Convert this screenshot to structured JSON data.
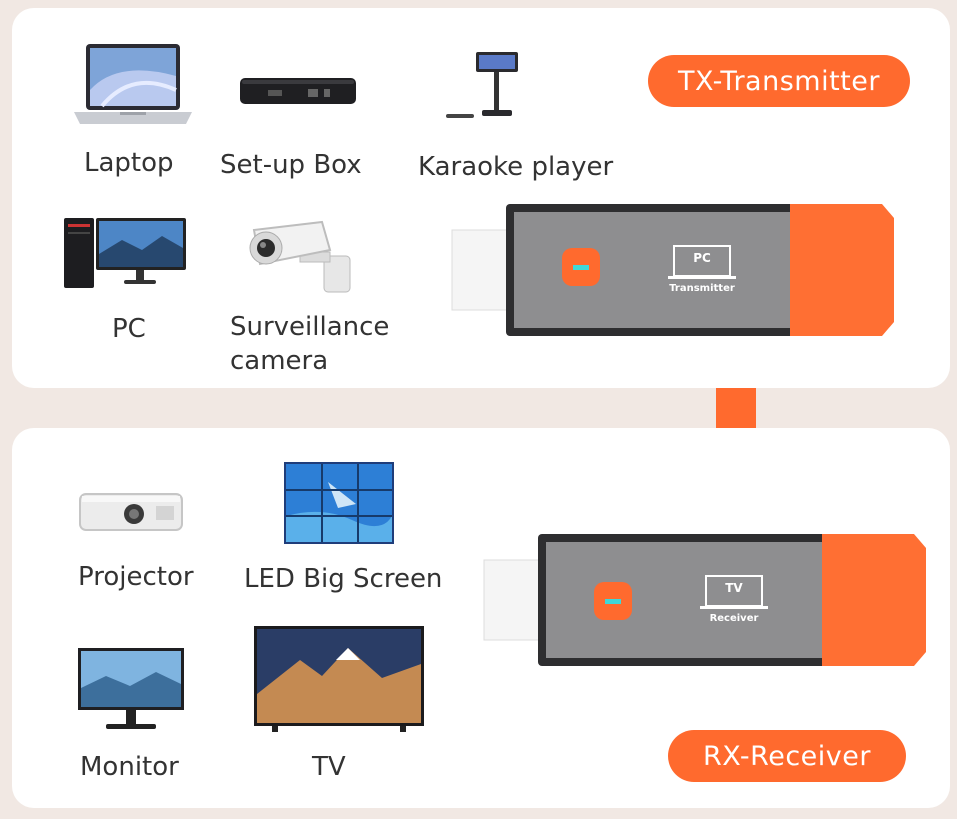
{
  "tx": {
    "badge": "TX-Transmitter",
    "devices": [
      {
        "label": "Laptop",
        "icon": "laptop-icon"
      },
      {
        "label": "Set-up Box",
        "icon": "set-top-box-icon"
      },
      {
        "label": "Karaoke player",
        "icon": "karaoke-player-icon"
      },
      {
        "label": "PC",
        "icon": "desktop-pc-icon"
      },
      {
        "label": "Surveillance",
        "label2": "camera",
        "icon": "surveillance-camera-icon"
      }
    ],
    "dongle_line1": "PC",
    "dongle_line2": "Transmitter"
  },
  "rx": {
    "badge": "RX-Receiver",
    "devices": [
      {
        "label": "Projector",
        "icon": "projector-icon"
      },
      {
        "label": "LED Big Screen",
        "icon": "led-video-wall-icon"
      },
      {
        "label": "Monitor",
        "icon": "monitor-icon"
      },
      {
        "label": "TV",
        "icon": "tv-icon"
      }
    ],
    "dongle_line1": "TV",
    "dongle_line2": "Receiver"
  },
  "colors": {
    "accent": "#ff6a2e",
    "dongle_body": "#8e8e90",
    "dongle_cap": "#ff6f33",
    "panel_bg": "#ffffff",
    "page_bg": "#f1e8e3"
  }
}
